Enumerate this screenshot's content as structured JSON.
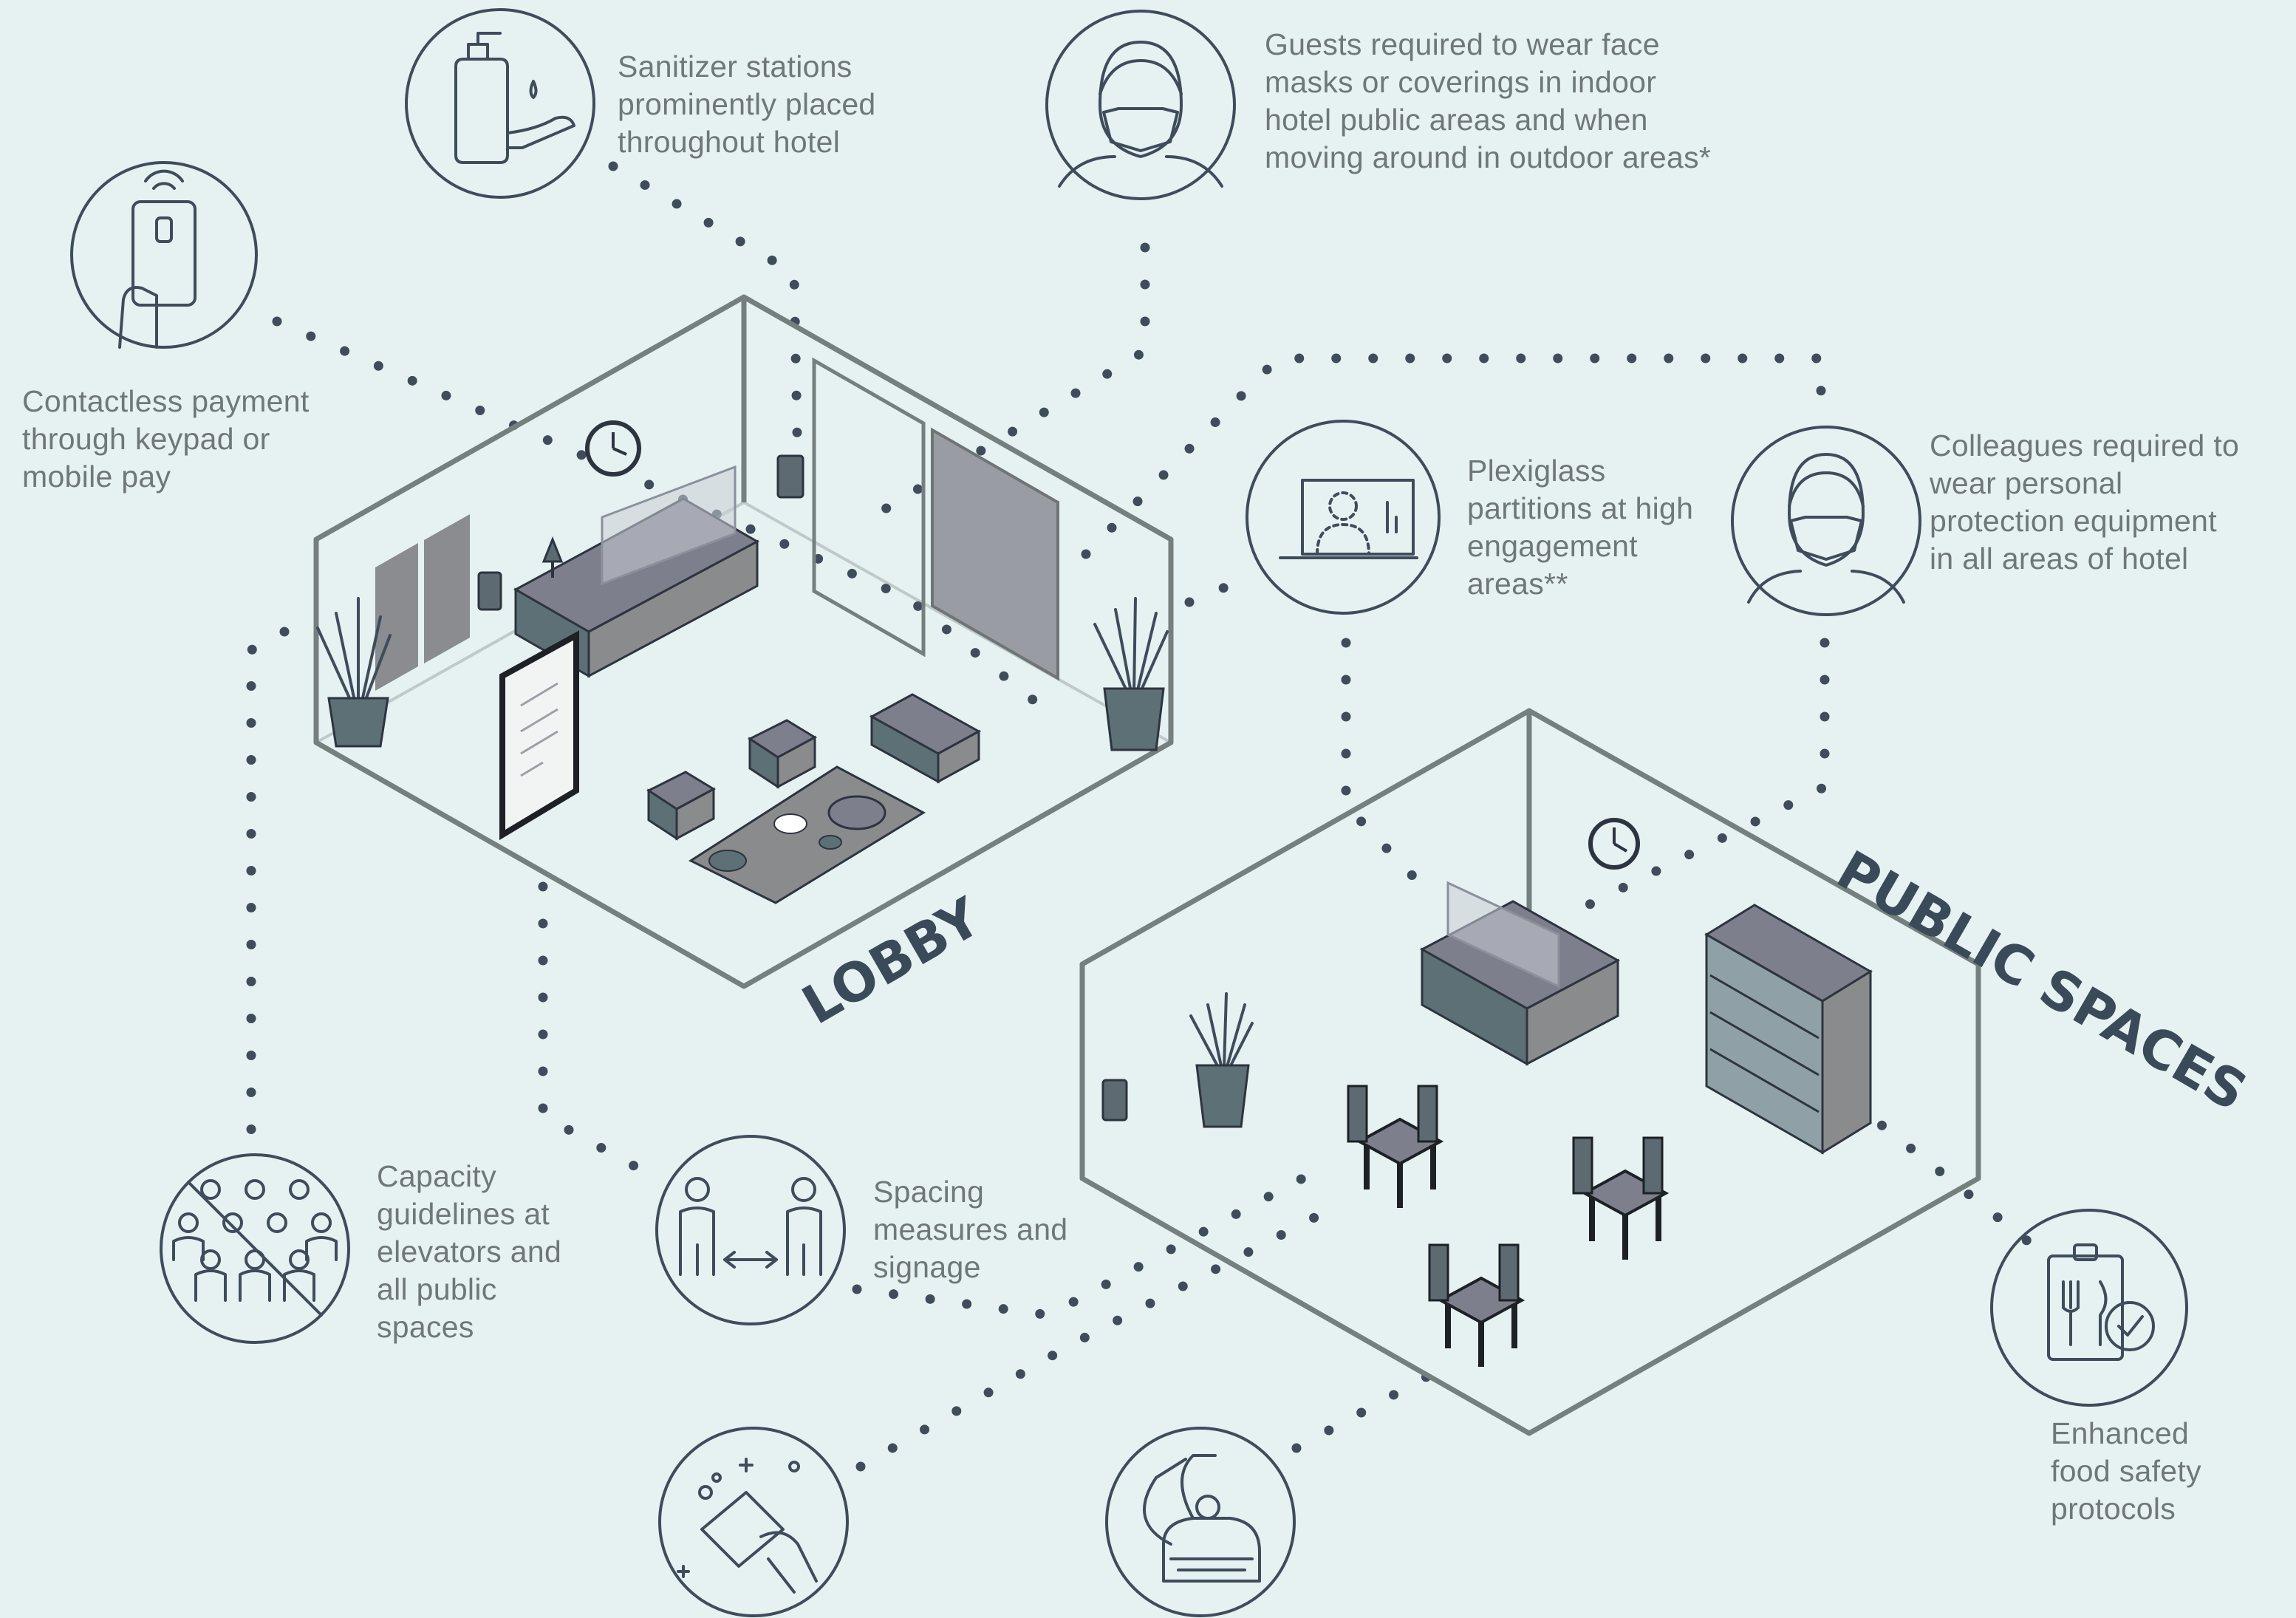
{
  "room_labels": {
    "lobby": "LOBBY",
    "public_spaces": "PUBLIC SPACES"
  },
  "captions": {
    "contactless": [
      "Contactless payment",
      "through keypad or",
      "mobile pay"
    ],
    "sanitizer": [
      "Sanitizer stations",
      "prominently placed",
      "throughout hotel"
    ],
    "guests_masks": [
      "Guests required to wear face",
      "masks or coverings in indoor",
      "hotel public areas and when",
      "moving around in outdoor areas*"
    ],
    "plexiglass": [
      "Plexiglass",
      "partitions at high",
      "engagement",
      "areas**"
    ],
    "colleagues_ppe": [
      "Colleagues required to",
      "wear personal",
      "protection equipment",
      "in all areas of hotel"
    ],
    "capacity": [
      "Capacity",
      "guidelines at",
      "elevators and",
      "all public",
      "spaces"
    ],
    "spacing": [
      "Spacing",
      "measures and",
      "signage"
    ],
    "food_safety": [
      "Enhanced",
      "food safety",
      "protocols"
    ]
  },
  "icons": {
    "contactless": "contactless-card-icon",
    "sanitizer": "sanitizer-dispenser-icon",
    "guests_masks": "face-mask-person-icon",
    "plexiglass": "plexiglass-partition-icon",
    "colleagues_ppe": "masked-colleague-icon",
    "capacity": "crowd-limit-icon",
    "spacing": "distance-people-icon",
    "wipe": "disinfecting-wipe-icon",
    "vacuum": "cleaning-sprayer-icon",
    "food_safety": "food-safety-clipboard-icon"
  },
  "colors": {
    "background": "#e6f1f1",
    "line": "#3e4c5c",
    "wall": "#757f7e",
    "furniture_dark": "#5d7075",
    "furniture_top": "#7e7f8c",
    "text": "#6f7779",
    "heading": "#3b4a58"
  }
}
